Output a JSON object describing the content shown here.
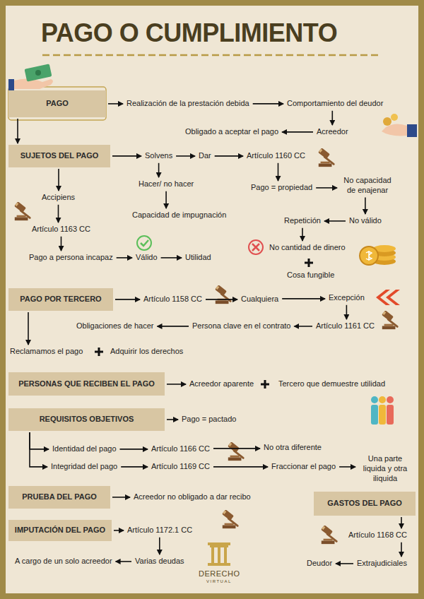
{
  "diagram": {
    "title": "PAGO O CUMPLIMIENTO",
    "nodes": [
      {
        "text": [
          "PAGO"
        ]
      },
      {
        "text": [
          "Realización de la prestación debida"
        ]
      },
      {
        "text": [
          "Comportamiento del deudor"
        ]
      },
      {
        "text": [
          "Acreedor"
        ]
      },
      {
        "text": [
          "Obligado a aceptar el pago"
        ]
      },
      {
        "text": [
          "SUJETOS DEL PAGO"
        ]
      },
      {
        "text": [
          "Solvens"
        ]
      },
      {
        "text": [
          "Dar"
        ]
      },
      {
        "text": [
          "Artículo 1160 CC"
        ]
      },
      {
        "text": [
          "Hacer/ no hacer"
        ]
      },
      {
        "text": [
          "Capacidad de impugnación"
        ]
      },
      {
        "text": [
          "Pago = propiedad"
        ]
      },
      {
        "text": [
          "No capacidad de enajenar"
        ]
      },
      {
        "text": [
          "No válido"
        ]
      },
      {
        "text": [
          "Repetición"
        ]
      },
      {
        "text": [
          "No cantidad de dinero"
        ]
      },
      {
        "text": [
          "Cosa fungible"
        ]
      },
      {
        "text": [
          "Accipiens"
        ]
      },
      {
        "text": [
          "Artículo 1163 CC"
        ]
      },
      {
        "text": [
          "Pago a persona incapaz"
        ]
      },
      {
        "text": [
          "Válido"
        ]
      },
      {
        "text": [
          "Utilidad"
        ]
      },
      {
        "text": [
          "PAGO POR TERCERO"
        ]
      },
      {
        "text": [
          "Artículo 1158 CC"
        ]
      },
      {
        "text": [
          "Cualquiera"
        ]
      },
      {
        "text": [
          "Excepción"
        ]
      },
      {
        "text": [
          "Artículo 1161 CC"
        ]
      },
      {
        "text": [
          "Persona clave en el contrato"
        ]
      },
      {
        "text": [
          "Obligaciones de hacer"
        ]
      },
      {
        "text": [
          "Reclamamos el pago"
        ]
      },
      {
        "text": [
          "Adquirir los derechos"
        ]
      },
      {
        "text": [
          "PERSONAS QUE RECIBEN EL PAGO"
        ]
      },
      {
        "text": [
          "Acreedor aparente"
        ]
      },
      {
        "text": [
          "Tercero que demuestre utilidad"
        ]
      },
      {
        "text": [
          "REQUISITOS OBJETIVOS"
        ]
      },
      {
        "text": [
          "Pago = pactado"
        ]
      },
      {
        "text": [
          "Identidad del pago"
        ]
      },
      {
        "text": [
          "Artículo 1166 CC"
        ]
      },
      {
        "text": [
          "No otra diferente"
        ]
      },
      {
        "text": [
          "Integridad del pago"
        ]
      },
      {
        "text": [
          "Artículo 1169 CC"
        ]
      },
      {
        "text": [
          "Fraccionar el pago"
        ]
      },
      {
        "text": [
          "Una parte liquida y otra iliquida"
        ]
      },
      {
        "text": [
          "PRUEBA DEL PAGO"
        ]
      },
      {
        "text": [
          "Acreedor no obligado a dar recibo"
        ]
      },
      {
        "text": [
          "IMPUTACIÓN DEL PAGO"
        ]
      },
      {
        "text": [
          "Artículo 1172.1 CC"
        ]
      },
      {
        "text": [
          "Varias deudas"
        ]
      },
      {
        "text": [
          "A cargo de un solo acreedor"
        ]
      },
      {
        "text": [
          "GASTOS DEL PAGO"
        ]
      },
      {
        "text": [
          "Artículo 1168 CC"
        ]
      },
      {
        "text": [
          "Extrajudiciales"
        ]
      },
      {
        "text": [
          "Deudor"
        ]
      }
    ],
    "edges": [
      {
        "from": 0,
        "to": 1,
        "arrow": "to"
      },
      {
        "from": 1,
        "to": 2,
        "arrow": "to"
      },
      {
        "from": 2,
        "to": 3,
        "arrow": "to"
      },
      {
        "from": 3,
        "to": 4,
        "arrow": "to"
      },
      {
        "from": 0,
        "to": 5,
        "arrow": "to"
      },
      {
        "from": 5,
        "to": 6,
        "arrow": "to"
      },
      {
        "from": 6,
        "to": 7,
        "arrow": "to"
      },
      {
        "from": 7,
        "to": 8,
        "arrow": "to"
      },
      {
        "from": 6,
        "to": 9,
        "arrow": "to"
      },
      {
        "from": 9,
        "to": 10,
        "arrow": "to"
      },
      {
        "from": 8,
        "to": 11,
        "arrow": "to"
      },
      {
        "from": 11,
        "to": 12,
        "arrow": "to"
      },
      {
        "from": 12,
        "to": 13,
        "arrow": "to"
      },
      {
        "from": 13,
        "to": 14,
        "arrow": "to"
      },
      {
        "from": 14,
        "to": 15,
        "arrow": "to"
      },
      {
        "from": 5,
        "to": 17,
        "arrow": "to"
      },
      {
        "from": 17,
        "to": 18,
        "arrow": "to"
      },
      {
        "from": 18,
        "to": 19,
        "arrow": "to"
      },
      {
        "from": 19,
        "to": 20,
        "arrow": "to"
      },
      {
        "from": 20,
        "to": 21,
        "arrow": "to"
      },
      {
        "from": 22,
        "to": 23,
        "arrow": "to"
      },
      {
        "from": 23,
        "to": 24,
        "arrow": "to"
      },
      {
        "from": 24,
        "to": 25,
        "arrow": "to"
      },
      {
        "from": 25,
        "to": 26,
        "arrow": "to"
      },
      {
        "from": 26,
        "to": 27,
        "arrow": "to"
      },
      {
        "from": 27,
        "to": 28,
        "arrow": "to"
      },
      {
        "from": 22,
        "to": 29,
        "arrow": "to"
      },
      {
        "from": 31,
        "to": 32,
        "arrow": "to"
      },
      {
        "from": 34,
        "to": 35,
        "arrow": "to"
      },
      {
        "from": 34,
        "to": 36,
        "arrow": "to"
      },
      {
        "from": 34,
        "to": 39,
        "arrow": "to"
      },
      {
        "from": 36,
        "to": 37,
        "arrow": "to"
      },
      {
        "from": 37,
        "to": 38,
        "arrow": "to"
      },
      {
        "from": 39,
        "to": 40,
        "arrow": "to"
      },
      {
        "from": 40,
        "to": 41,
        "arrow": "to"
      },
      {
        "from": 41,
        "to": 42,
        "arrow": "to"
      },
      {
        "from": 43,
        "to": 44,
        "arrow": "to"
      },
      {
        "from": 45,
        "to": 46,
        "arrow": "to"
      },
      {
        "from": 46,
        "to": 47,
        "arrow": "to"
      },
      {
        "from": 47,
        "to": 48,
        "arrow": "to"
      },
      {
        "from": 49,
        "to": 50,
        "arrow": "to"
      },
      {
        "from": 50,
        "to": 51,
        "arrow": "to"
      },
      {
        "from": 51,
        "to": 52,
        "arrow": "to"
      }
    ],
    "labels": [
      "DERECHO",
      "VIRTUAL"
    ]
  }
}
